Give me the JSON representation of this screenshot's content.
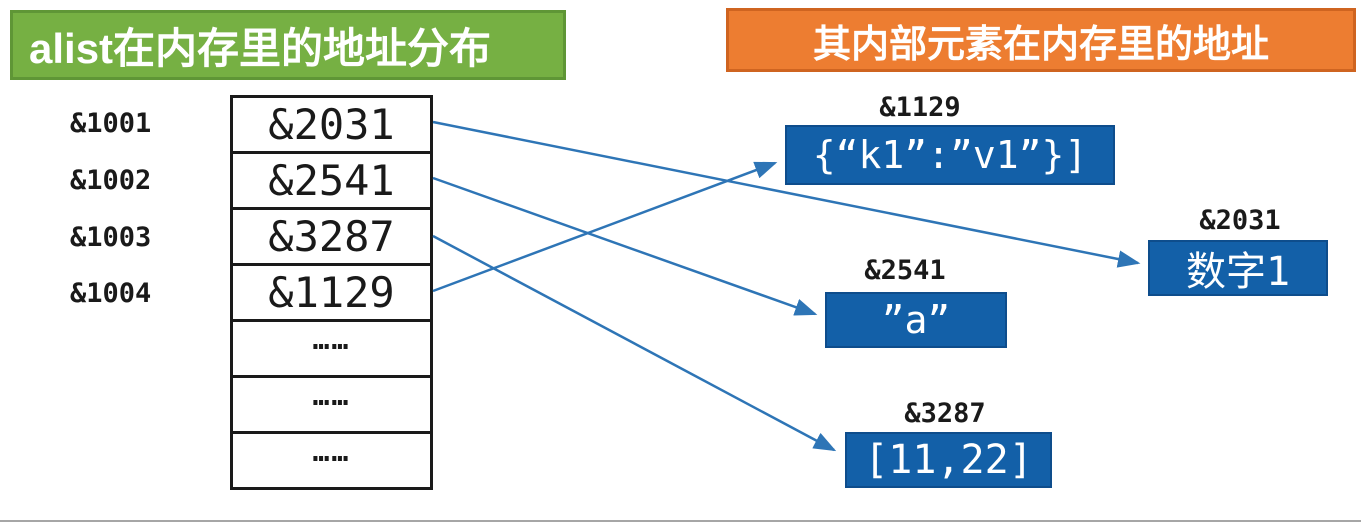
{
  "headers": {
    "left_title": "alist在内存里的地址分布",
    "right_title": "其内部元素在内存里的地址"
  },
  "memory_table": {
    "address_labels": [
      "&1001",
      "&1002",
      "&1003",
      "&1004"
    ],
    "cells": [
      "&2031",
      "&2541",
      "&3287",
      "&1129",
      "……",
      "……",
      "……"
    ]
  },
  "objects": [
    {
      "address": "&1129",
      "value": "{“k1”:”v1”}]"
    },
    {
      "address": "&2031",
      "value": "数字1"
    },
    {
      "address": "&2541",
      "value": "”a”"
    },
    {
      "address": "&3287",
      "value": "[11,22]"
    }
  ],
  "colors": {
    "header_left_bg": "#76B043",
    "header_left_border": "#5f9636",
    "header_right_bg": "#ED7D31",
    "header_right_border": "#cf6420",
    "object_box_bg": "#1360A8",
    "arrow_blue": "#2E75B6",
    "table_border": "#1a1a1a",
    "bottom_divider": "#a6a6a6"
  }
}
